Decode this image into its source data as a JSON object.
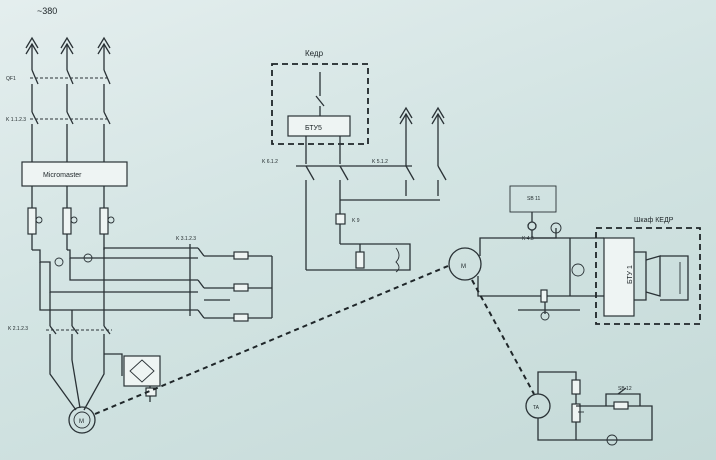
{
  "labels": {
    "supply": "~380",
    "qf1": "QF1",
    "k1": "K 1.1.2.3",
    "micromaster": "Micromaster",
    "k3": "K 3.1.2.3",
    "k2": "K 2.1.2.3",
    "kedr_title": "Кедр",
    "btu5": "БТУ5",
    "k6": "K 6.1.2",
    "k5": "K 5.1.2",
    "k9": "K 9",
    "sb11": "SB 11",
    "k43": "K 4.3",
    "btu1": "БТУ 1",
    "cabinet": "Шкаф КЕДР",
    "sb12": "SB 12",
    "motor_left": "M",
    "motor_mid": "M",
    "motor_right": "TA"
  }
}
